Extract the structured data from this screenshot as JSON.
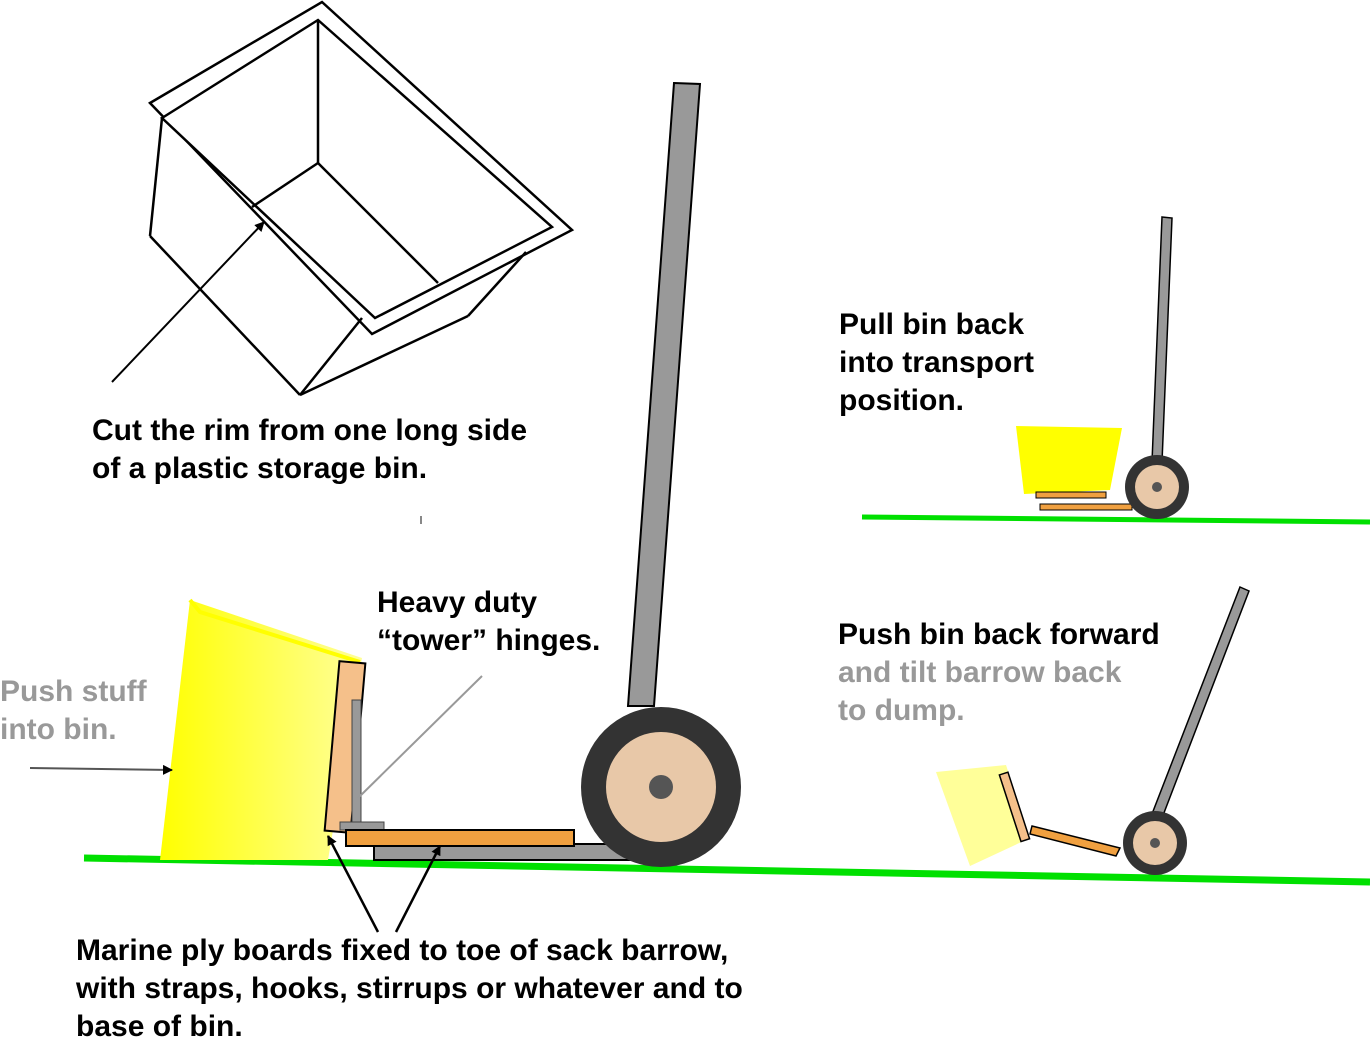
{
  "labels": {
    "cut_rim_line1": "Cut the rim from one long side",
    "cut_rim_line2": "of a plastic storage bin.",
    "heavy_duty_line1": "Heavy duty",
    "heavy_duty_line2": "“tower” hinges.",
    "push_stuff_line1": "Push stuff",
    "push_stuff_line2": "into bin.",
    "pull_back_line1": "Pull bin back",
    "pull_back_line2": "into transport",
    "pull_back_line3": "position.",
    "push_forward_line1": "Push bin back forward",
    "push_forward_line2": "and tilt barrow back",
    "push_forward_line3": "to dump.",
    "marine_ply_line1": "Marine ply boards fixed to toe of sack barrow,",
    "marine_ply_line2": "with straps, hooks, stirrups or whatever and to",
    "marine_ply_line3": "base of bin."
  },
  "colors": {
    "ground": "#00e000",
    "bin_yellow": "#ffff00",
    "bin_light": "#ffff99",
    "board_orange": "#f0a040",
    "board_tan": "#f5c08a",
    "frame_grey": "#999999",
    "wheel_dark": "#333333",
    "hub_tan": "#e8c8a8",
    "muted_text": "#999999"
  }
}
